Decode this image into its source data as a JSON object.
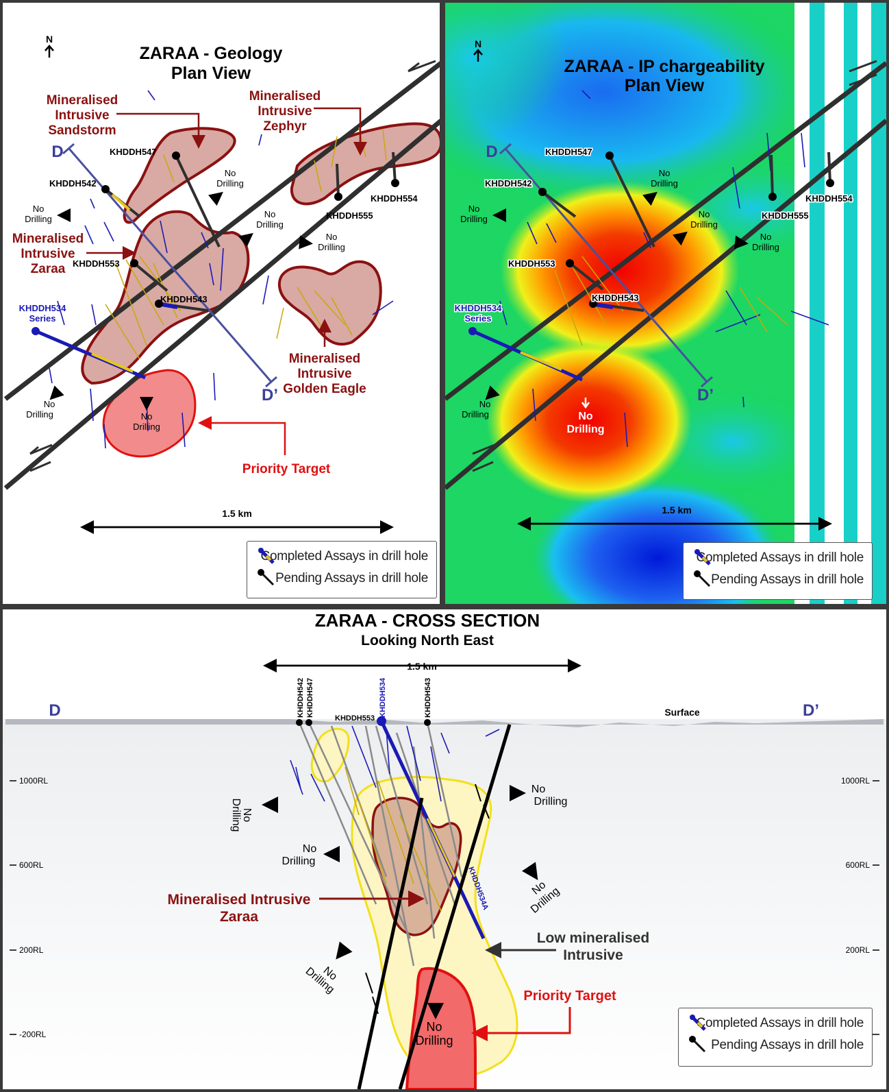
{
  "geology": {
    "north": "N",
    "title_line1": "ZARAA - Geology",
    "title_line2": "Plan View",
    "scale": "1.5 km",
    "section_start": "D",
    "section_end": "D’",
    "intrusives": {
      "sandstorm": [
        "Mineralised",
        "Intrusive",
        "Sandstorm"
      ],
      "zephyr": [
        "Mineralised",
        "Intrusive",
        "Zephyr"
      ],
      "zaraa": [
        "Mineralised",
        "Intrusive",
        "Zaraa"
      ],
      "golden_eagle": [
        "Mineralised",
        "Intrusive",
        "Golden Eagle"
      ]
    },
    "priority_target": "Priority Target",
    "no_drilling": [
      "No",
      "Drilling"
    ],
    "holes": {
      "h547": "KHDDH547",
      "h542": "KHDDH542",
      "h553": "KHDDH553",
      "h543": "KHDDH543",
      "h555": "KHDDH555",
      "h554": "KHDDH554",
      "h534": [
        "KHDDH534",
        "Series"
      ]
    }
  },
  "ip": {
    "north": "N",
    "title_line1": "ZARAA - IP chargeability",
    "title_line2": "Plan View",
    "scale": "1.5 km",
    "section_start": "D",
    "section_end": "D’",
    "no_drilling": [
      "No",
      "Drilling"
    ],
    "holes": {
      "h547": "KHDDH547",
      "h542": "KHDDH542",
      "h553": "KHDDH553",
      "h543": "KHDDH543",
      "h555": "KHDDH555",
      "h554": "KHDDH554",
      "h534": [
        "KHDDH534",
        "Series"
      ]
    }
  },
  "section": {
    "title": "ZARAA - CROSS SECTION",
    "subtitle": "Looking North East",
    "scale": "1.5 km",
    "start": "D",
    "end": "D’",
    "surface": "Surface",
    "rl_labels": [
      "1000RL",
      "600RL",
      "200RL",
      "-200RL"
    ],
    "holes_top": [
      "KHDDH542",
      "KHDDH547",
      "KHDDH534",
      "KHDDH543"
    ],
    "hole_553": "KHDDH553",
    "hole_534a": "KHDDH534A",
    "no_drilling": [
      "No",
      "Drilling"
    ],
    "zaraa_label": [
      "Mineralised Intrusive",
      "Zaraa"
    ],
    "low_label": [
      "Low mineralised",
      "Intrusive"
    ],
    "priority_target": "Priority Target"
  },
  "legend": {
    "completed": "Completed Assays in drill hole",
    "pending": "Pending Assays in drill hole"
  },
  "colors": {
    "dark_red": "#8b1111",
    "priority_red": "#e01010",
    "hole_blue": "#1a1ab5",
    "fault": "#2f2f2f",
    "intrusive_fill": "#d9a9a4",
    "priority_fill": "#f28b8b",
    "low_mineralised_fill": "#fdf5c2"
  }
}
